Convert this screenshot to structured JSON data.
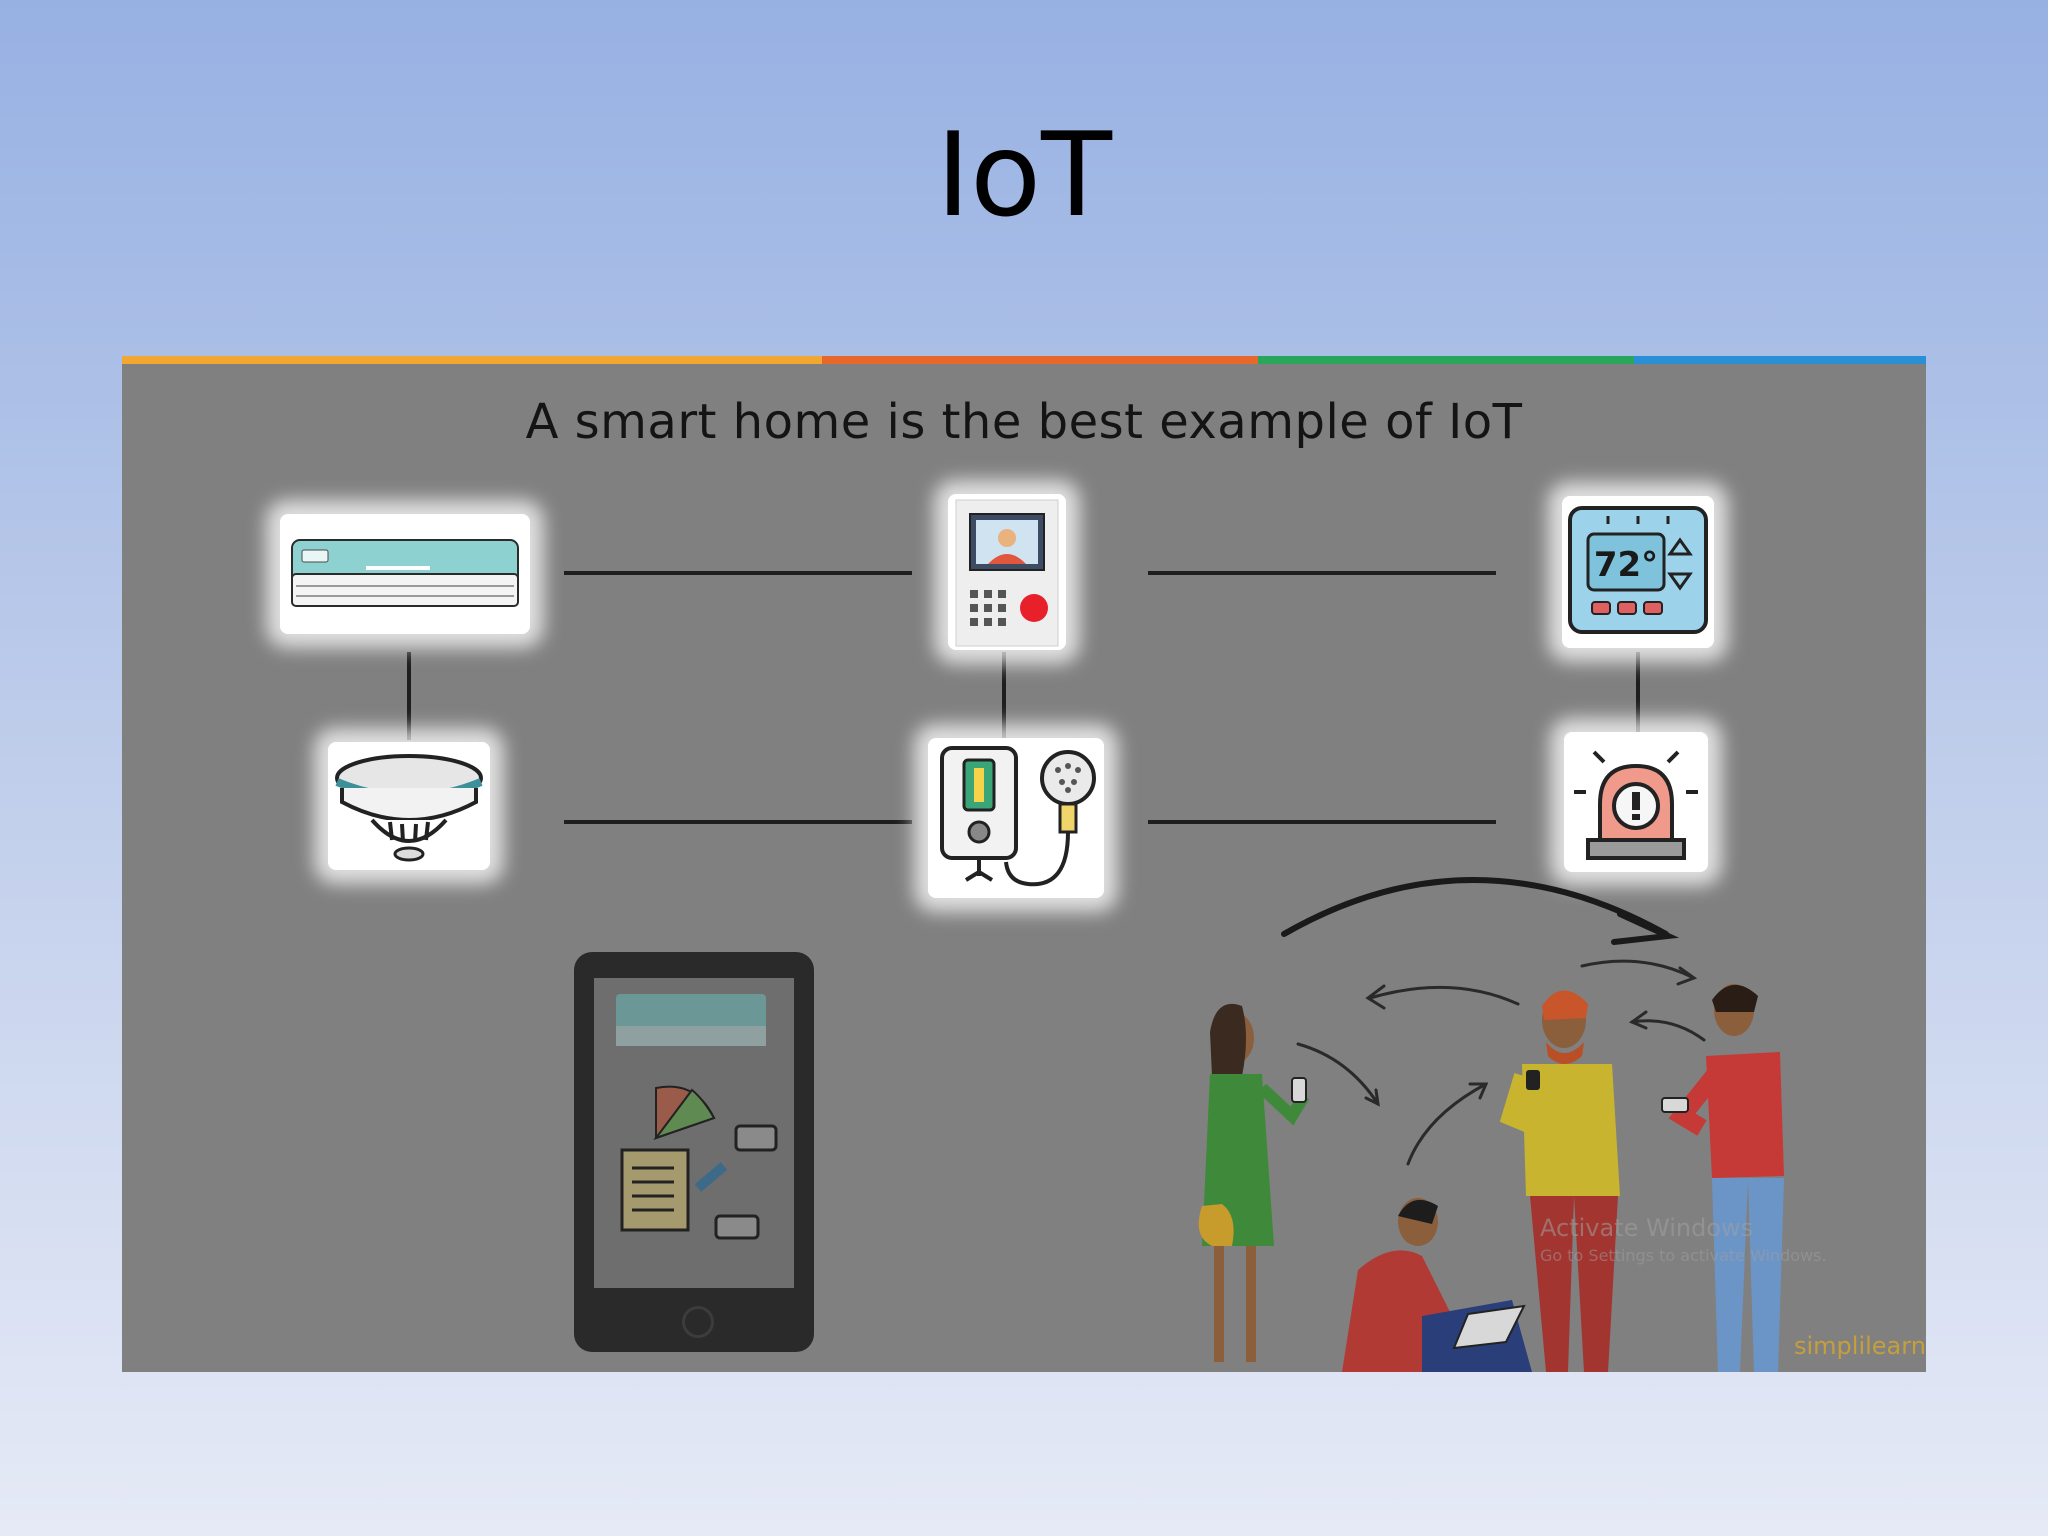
{
  "slide": {
    "title": "IoT"
  },
  "panel": {
    "caption": "A smart home is the best example of IoT",
    "accent_colors": [
      "#f2a733",
      "#e8672a",
      "#2aa65c",
      "#2b8fd6"
    ],
    "background": "#808080"
  },
  "devices": [
    {
      "name": "air-conditioner-icon",
      "caption": ""
    },
    {
      "name": "video-intercom-icon",
      "caption": ""
    },
    {
      "name": "thermostat-icon",
      "display": "72°"
    },
    {
      "name": "smoke-detector-icon",
      "caption": ""
    },
    {
      "name": "water-heater-icon",
      "caption": ""
    },
    {
      "name": "alarm-siren-icon",
      "caption": ""
    }
  ],
  "overlay": {
    "watermark_line1": "Activate Windows",
    "watermark_line2": "Go to Settings to activate Windows.",
    "brand": "simplilearn"
  }
}
